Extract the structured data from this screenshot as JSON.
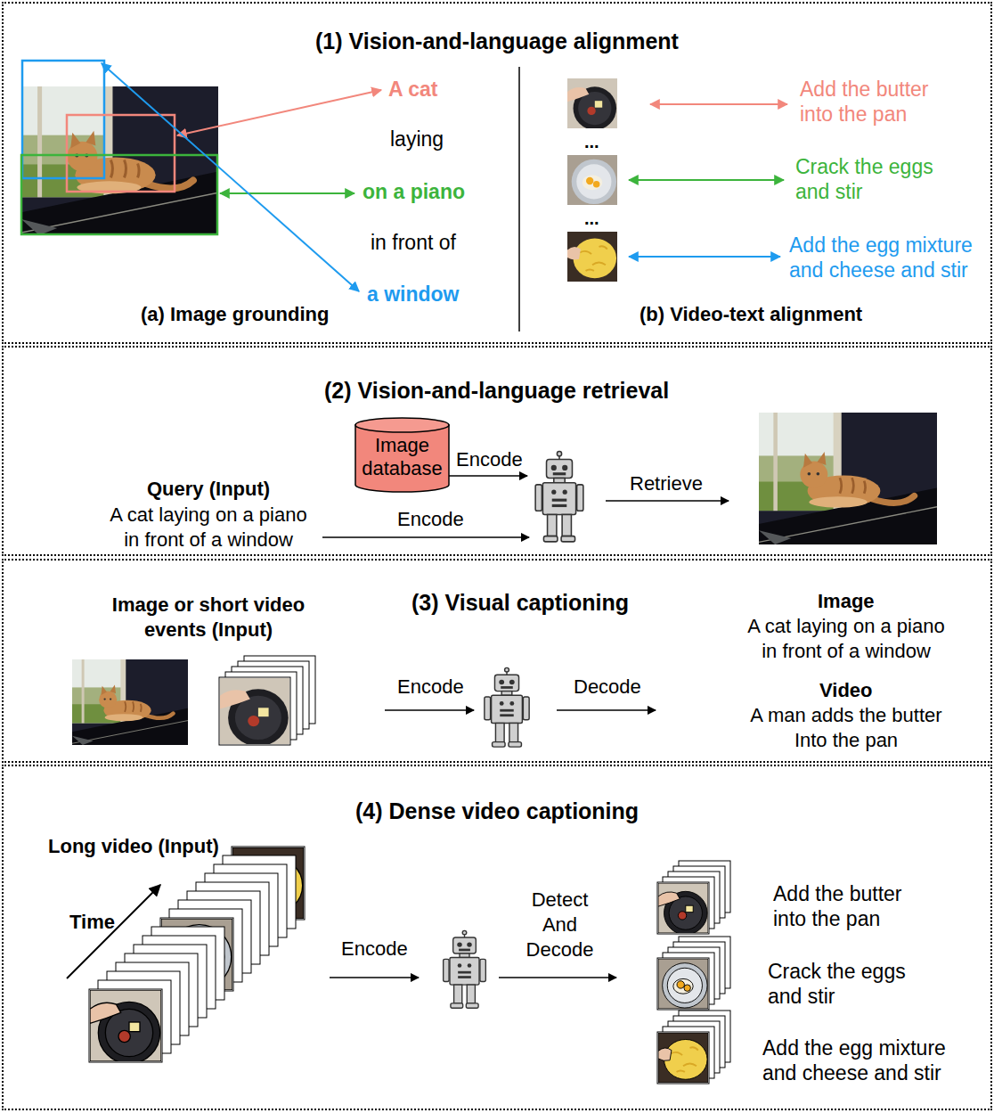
{
  "diagram": {
    "nodes": [
      {
        "text": [
          "(1) Vision-and-language alignment"
        ]
      },
      {
        "text": [
          "(2) Vision-and-language retrieval"
        ]
      },
      {
        "text": [
          "Image database"
        ],
        "in": 1
      },
      {
        "text": [
          "(3) Visual captioning"
        ]
      },
      {
        "text": [
          "(4) Dense video captioning"
        ]
      }
    ],
    "labels": [
      "A cat",
      "laying",
      "on a piano",
      "in front of",
      "a window",
      "(a) Image grounding",
      "...",
      "...",
      "Add the butter into the pan",
      "Crack the eggs and stir",
      "Add the egg mixture and cheese and stir",
      "(b) Video-text alignment",
      "Query (Input)",
      "A cat laying on a piano in front of a window",
      "Encode",
      "Encode",
      "Retrieve",
      "Image or short video events (Input)",
      "Encode",
      "Decode",
      "Image",
      "A cat laying on a piano in front of a window",
      "Video",
      "A man adds the butter Into the pan",
      "Long video (Input)",
      "Time",
      "Encode",
      "Detect And Decode",
      "Add the butter into the pan",
      "Crack the eggs and stir",
      "Add the egg mixture and cheese and stir"
    ]
  }
}
